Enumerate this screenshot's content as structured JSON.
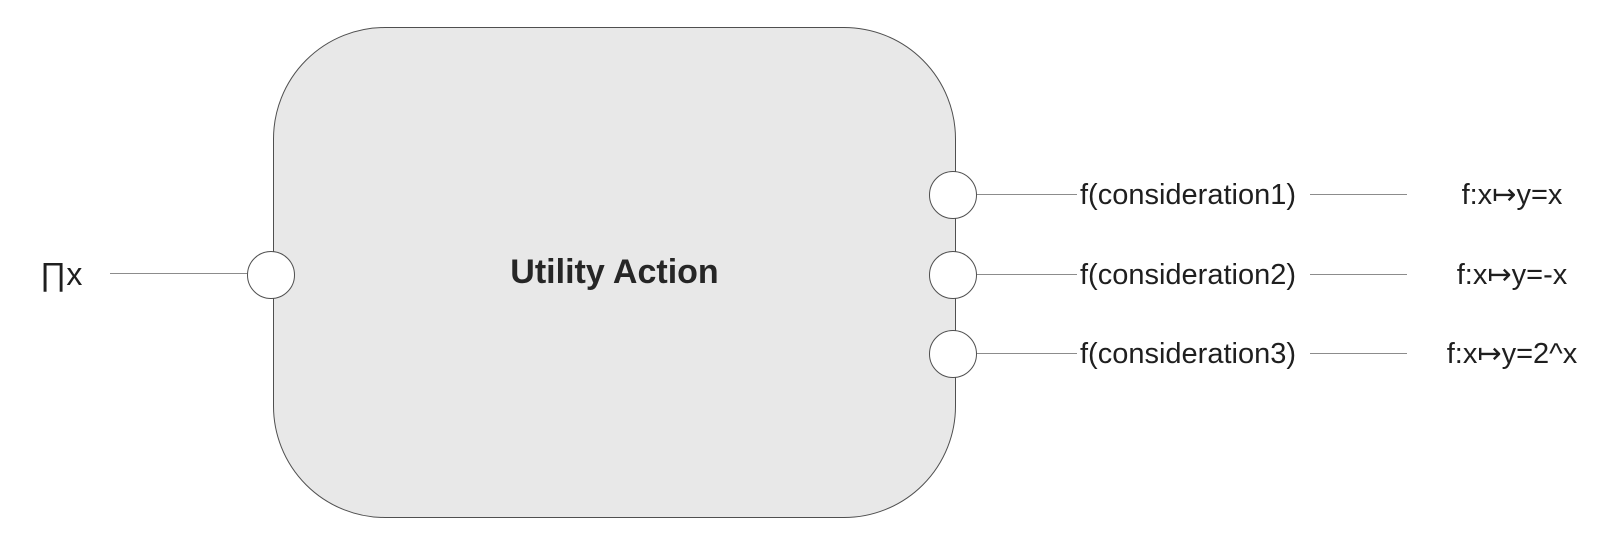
{
  "diagram": {
    "node": {
      "title": "Utility Action"
    },
    "input": {
      "label": "∏x"
    },
    "outputs": [
      {
        "label": "f(consideration1)",
        "formula": "f:x↦y=x"
      },
      {
        "label": "f(consideration2)",
        "formula": "f:x↦y=-x"
      },
      {
        "label": "f(consideration3)",
        "formula": "f:x↦y=2^x"
      }
    ],
    "colors": {
      "node_fill": "#e8e8e8",
      "node_stroke": "#4f4f4f",
      "port_fill": "#ffffff",
      "wire": "#8c8c8c",
      "text": "#1f1f1f",
      "background": "#ffffff"
    }
  }
}
